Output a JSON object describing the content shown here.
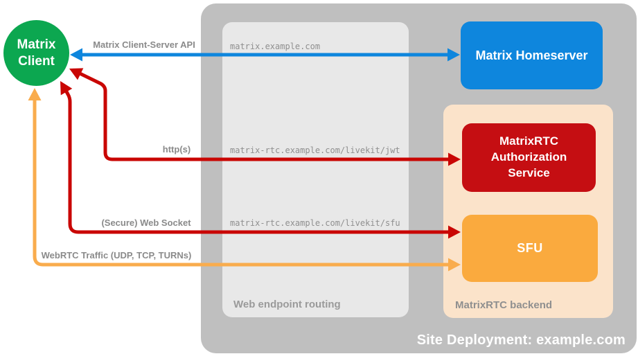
{
  "colors": {
    "client_green": "#0CA750",
    "homeserver_blue": "#0E86DD",
    "auth_red": "#C50E12",
    "sfu_orange": "#FAAA3E",
    "backend_peach": "#FBE3CA",
    "site_gray": "#BFBFBF",
    "routing_gray": "#E8E8E8",
    "arrow_blue": "#0E86DD",
    "arrow_red": "#C90603",
    "arrow_orange": "#F9AC4D",
    "label_gray": "#8A8A8A"
  },
  "nodes": {
    "client": {
      "line1": "Matrix",
      "line2": "Client"
    },
    "homeserver": {
      "label": "Matrix Homeserver"
    },
    "auth_service": {
      "label": "MatrixRTC Authorization Service"
    },
    "sfu": {
      "label": "SFU"
    }
  },
  "containers": {
    "site": {
      "label": "Site Deployment: example.com"
    },
    "routing": {
      "label": "Web endpoint routing"
    },
    "backend": {
      "label": "MatrixRTC backend"
    }
  },
  "connections": {
    "client_server_api": {
      "label": "Matrix Client-Server API",
      "endpoint": "matrix.example.com"
    },
    "https": {
      "label": "http(s)",
      "endpoint": "matrix-rtc.example.com/livekit/jwt"
    },
    "websocket": {
      "label": "(Secure) Web Socket",
      "endpoint": "matrix-rtc.example.com/livekit/sfu"
    },
    "webrtc": {
      "label": "WebRTC Traffic (UDP, TCP, TURNs)"
    }
  }
}
